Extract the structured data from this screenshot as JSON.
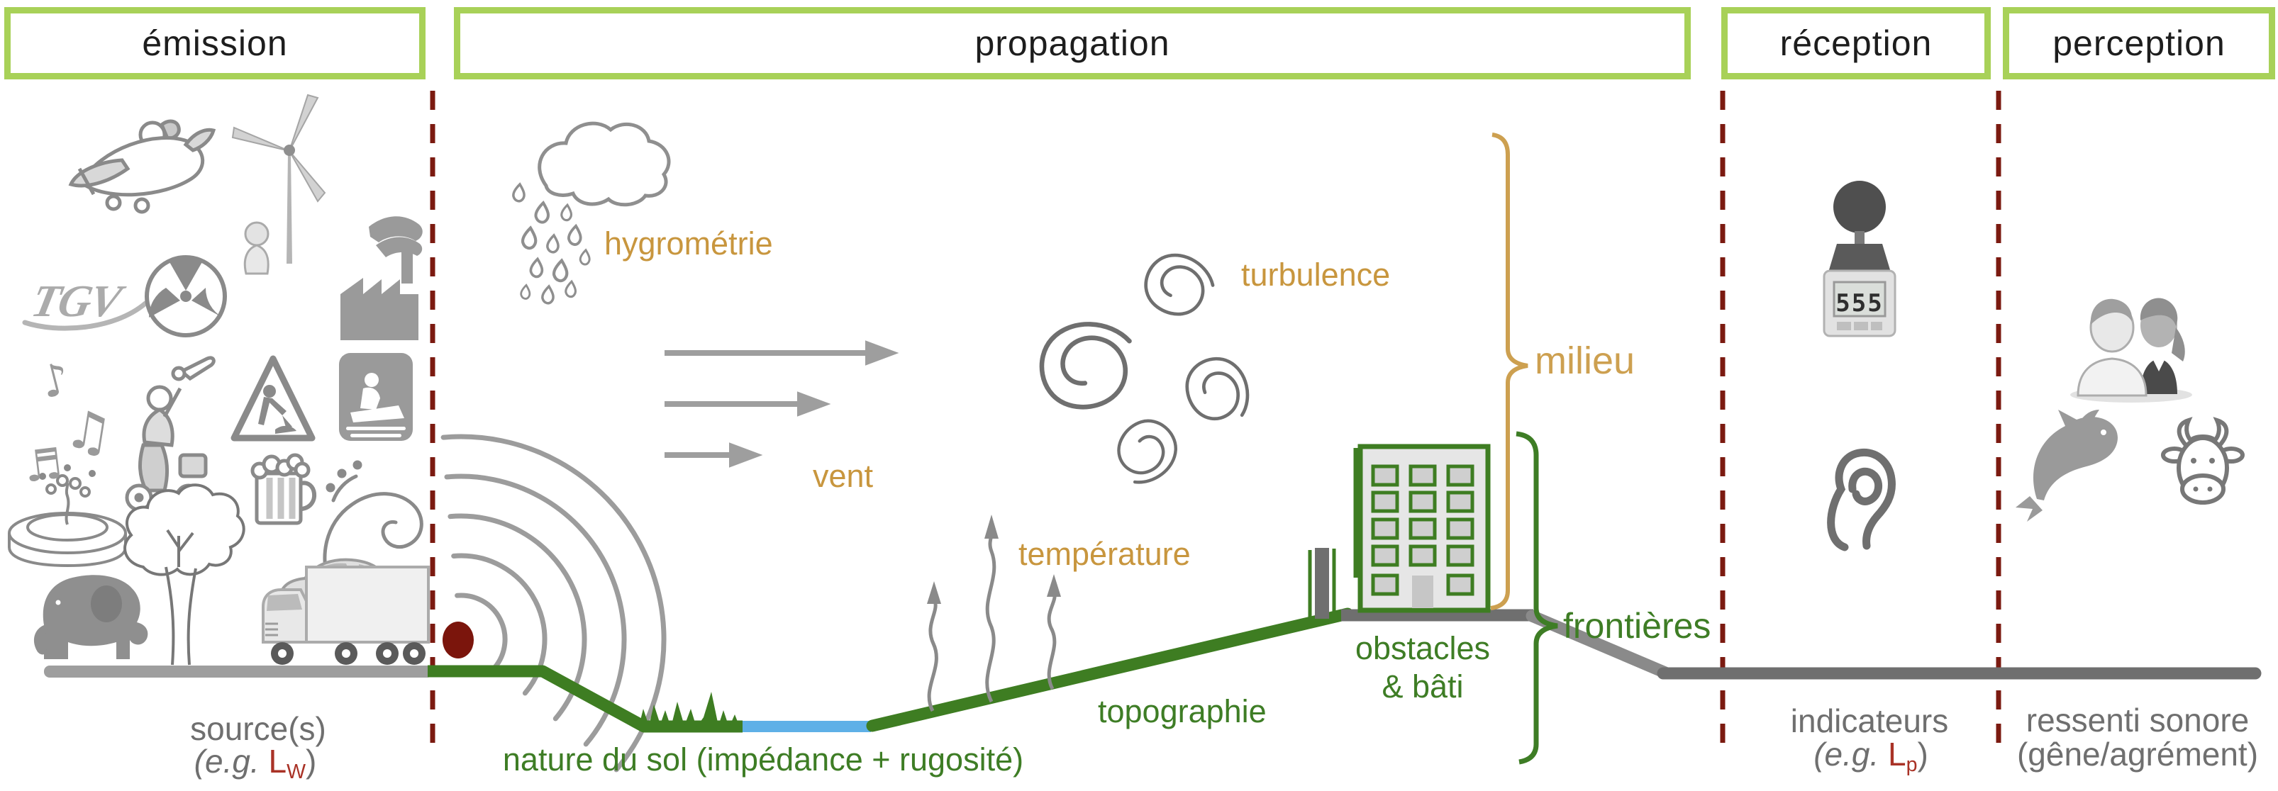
{
  "headers": [
    "émission",
    "propagation",
    "réception",
    "perception"
  ],
  "emission": {
    "tgv_logo": "TGV",
    "music_notes": [
      "♪",
      "♫",
      "♬"
    ],
    "caption_line1": "source(s)",
    "caption_eg": "(e.g.",
    "caption_symbol": "L",
    "caption_symbol_sub": "W",
    "caption_close": ")"
  },
  "propagation": {
    "hygrometrie": "hygrométrie",
    "vent": "vent",
    "turbulence": "turbulence",
    "temperature": "température",
    "milieu": "milieu",
    "topographie": "topographie",
    "nature_du_sol": "nature du sol (impédance + rugosité)",
    "obstacles_line1": "obstacles",
    "obstacles_line2": "& bâti",
    "frontieres": "frontières"
  },
  "reception": {
    "meter_display": "555",
    "caption_line1": "indicateurs",
    "caption_eg": "(e.g.",
    "caption_symbol": "L",
    "caption_symbol_sub": "p",
    "caption_close": ")"
  },
  "perception": {
    "caption_line1": "ressenti sonore",
    "caption_line2": "(gêne/agrément)"
  },
  "colors": {
    "header_border_green": "#A8D158",
    "scene_green": "#3E7D22",
    "label_orange": "#C8963E",
    "brace_orange": "#CDA050",
    "separator_dark_red": "#7B1A10",
    "source_dot_red": "#7B150C",
    "symbol_text_red": "#A93226",
    "ground_gray": "#9E9E9E",
    "ground_dark_gray": "#6F6F6F",
    "water_blue": "#5EB0E7",
    "icon_gray": "#9A9A9A",
    "caption_gray": "#6F6F6F"
  }
}
